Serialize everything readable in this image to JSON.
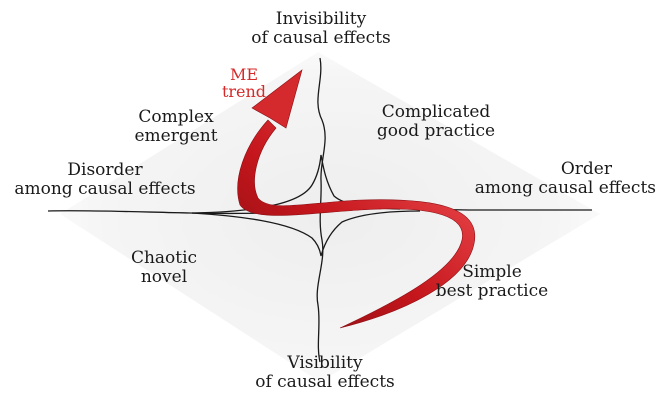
{
  "axes": {
    "top": [
      "Invisibility",
      "of causal effects"
    ],
    "bottom": [
      "Visibility",
      "of causal effects"
    ],
    "left": [
      "Disorder",
      "among causal effects"
    ],
    "right": [
      "Order",
      "among causal effects"
    ]
  },
  "domains": {
    "complex": [
      "Complex",
      "emergent"
    ],
    "complicated": [
      "Complicated",
      "good practice"
    ],
    "chaotic": [
      "Chaotic",
      "novel"
    ],
    "simple": [
      "Simple",
      "best practice"
    ]
  },
  "trend": [
    "ME",
    "trend"
  ],
  "colors": {
    "line": "#1a1a1a",
    "arrow": "#c4161c",
    "arrow_dark": "#8c0f14",
    "trend_text": "#d42a2a",
    "background_diamond": "#efefef"
  }
}
